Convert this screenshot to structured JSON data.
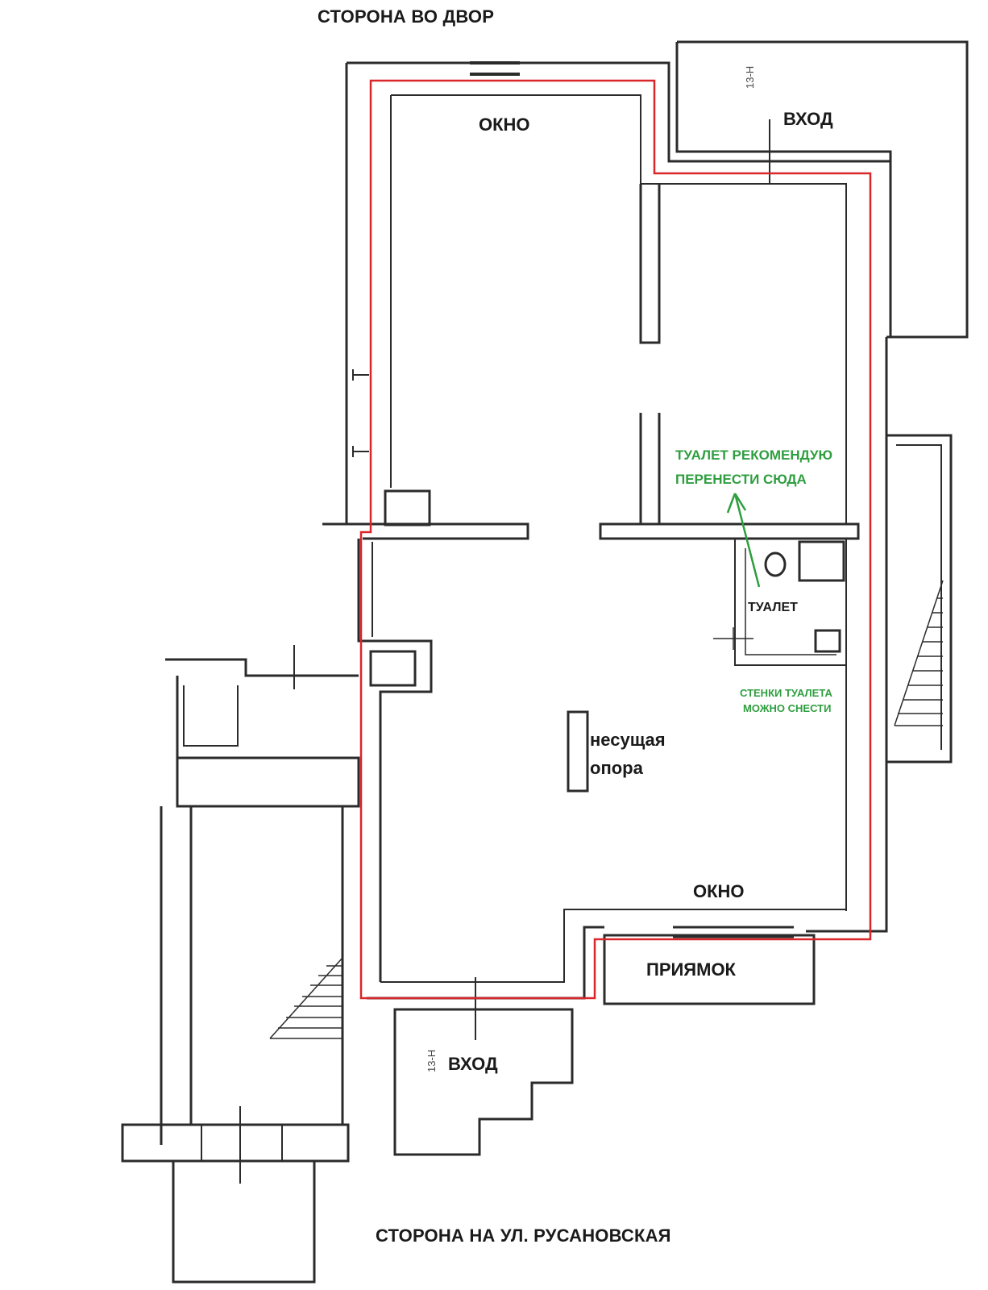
{
  "plan": {
    "top_side_label": "СТОРОНА ВО ДВОР",
    "bottom_side_label": "СТОРОНА НА УЛ. РУСАНОВСКАЯ",
    "window_top_label": "ОКНО",
    "window_bottom_label": "ОКНО",
    "entrance_top_label": "ВХОД",
    "entrance_bottom_label": "ВХОД",
    "pit_label": "ПРИЯМОК",
    "toilet_label": "ТУАЛЕТ",
    "column_label_line1": "несущая",
    "column_label_line2": "опора",
    "recommend_line1": "ТУАЛЕТ РЕКОМЕНДУЮ",
    "recommend_line2": "ПЕРЕНЕСТИ СЮДА",
    "walls_note_line1": "СТЕНКИ ТУАЛЕТА",
    "walls_note_line2": "МОЖНО СНЕСТИ",
    "stamp_top": "13-Н",
    "stamp_bottom": "13-Н"
  },
  "colors": {
    "wall": "#2b2b2b",
    "boundary_highlight": "#d9262b",
    "annotation_green": "#2e9e3f",
    "background": "#ffffff"
  }
}
